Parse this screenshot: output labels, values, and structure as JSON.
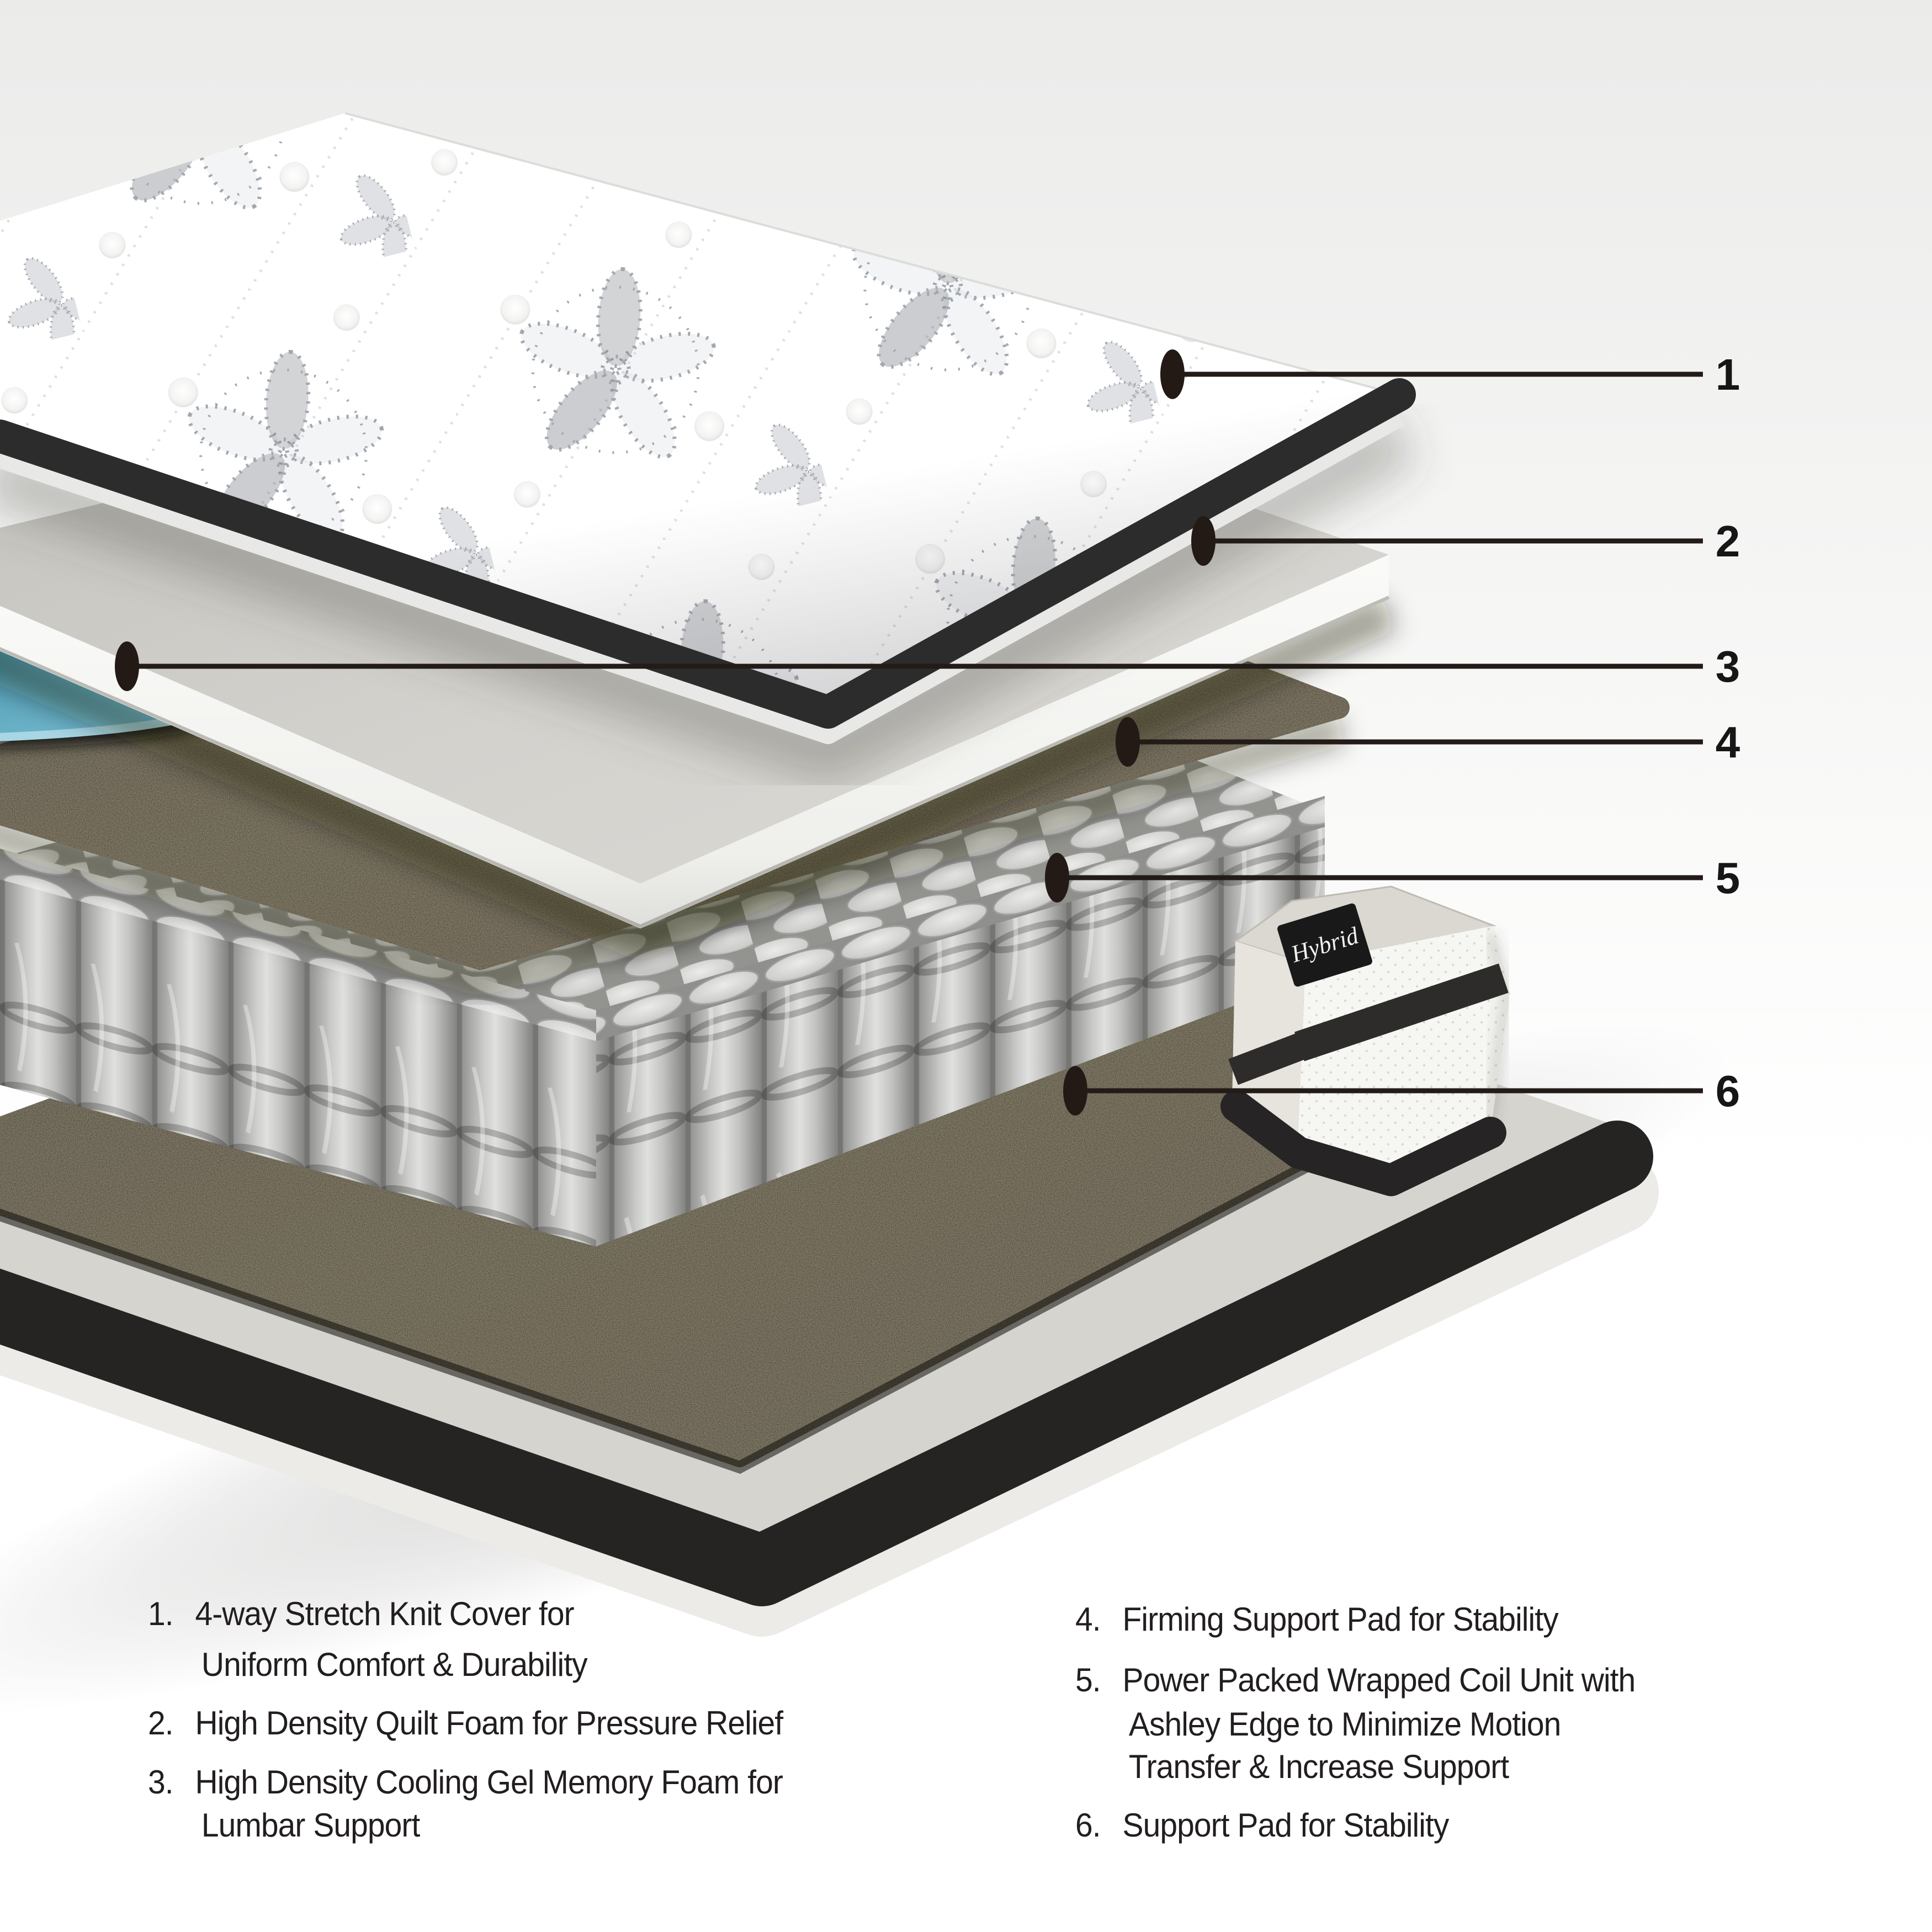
{
  "legend": {
    "columns": [
      {
        "items": [
          {
            "num": "1.",
            "lines": [
              "4-way Stretch Knit Cover for",
              "Uniform Comfort & Durability"
            ]
          },
          {
            "num": "2.",
            "lines": [
              "High Density Quilt Foam for Pressure Relief"
            ]
          },
          {
            "num": "3.",
            "lines": [
              "High Density Cooling Gel Memory Foam for",
              "Lumbar Support"
            ]
          }
        ]
      },
      {
        "items": [
          {
            "num": "4.",
            "lines": [
              "Firming Support Pad for Stability"
            ]
          },
          {
            "num": "5.",
            "lines": [
              "Power Packed Wrapped Coil Unit with",
              "Ashley Edge to Minimize Motion",
              "Transfer & Increase Support"
            ]
          },
          {
            "num": "6.",
            "lines": [
              "Support Pad for Stability"
            ]
          }
        ]
      }
    ]
  },
  "callouts": [
    {
      "number": "1",
      "target": "stretch-knit-cover"
    },
    {
      "number": "2",
      "target": "quilt-foam"
    },
    {
      "number": "3",
      "target": "cooling-gel-memory-foam"
    },
    {
      "number": "4",
      "target": "firming-support-pad"
    },
    {
      "number": "5",
      "target": "wrapped-coil-unit"
    },
    {
      "number": "6",
      "target": "support-pad"
    }
  ],
  "corner_tag": "Hybrid",
  "colors": {
    "gel_blue": "#4f9cb5",
    "gel_blue_rim": "#a8d6e4",
    "pad_brown": "#46402f",
    "coil_gray": "#c6c6c4",
    "foam_gray": "#d2d0cb",
    "binding_black": "#2b2b2b",
    "leader_black": "#221b18",
    "text_black": "#221e1f",
    "tag_black": "#191919"
  }
}
